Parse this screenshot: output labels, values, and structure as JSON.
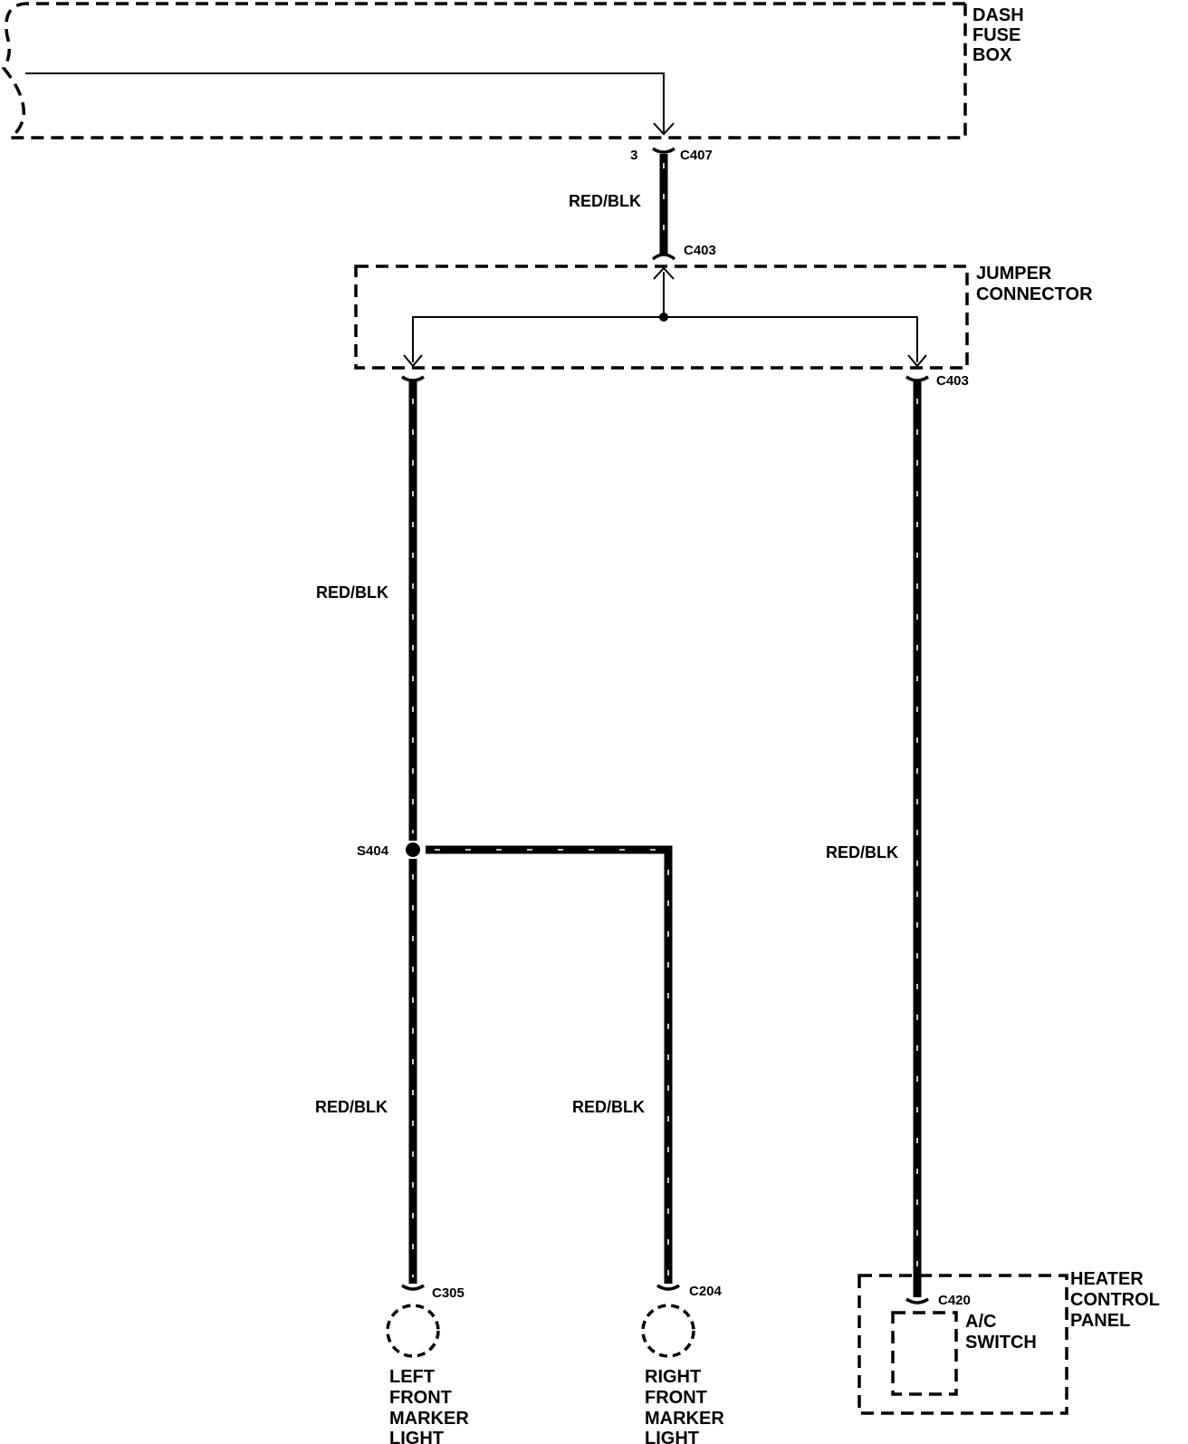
{
  "components": {
    "dash_fuse_box": [
      "DASH",
      "FUSE",
      "BOX"
    ],
    "jumper_connector": [
      "JUMPER",
      "CONNECTOR"
    ],
    "heater_control_panel": [
      "HEATER",
      "CONTROL",
      "PANEL"
    ],
    "ac_switch": [
      "A/C",
      "SWITCH"
    ],
    "left_marker": [
      "LEFT",
      "FRONT",
      "MARKER",
      "LIGHT"
    ],
    "right_marker": [
      "RIGHT",
      "FRONT",
      "MARKER",
      "LIGHT"
    ]
  },
  "connectors": {
    "c407_pin": "3",
    "c407": "C407",
    "c403_top": "C403",
    "c403_right": "C403",
    "c305": "C305",
    "c204": "C204",
    "c420": "C420",
    "s404": "S404"
  },
  "wires": {
    "fuse_to_jumper": "RED/BLK",
    "left_upper": "RED/BLK",
    "left_lower": "RED/BLK",
    "right_marker": "RED/BLK",
    "heater_panel": "RED/BLK"
  }
}
